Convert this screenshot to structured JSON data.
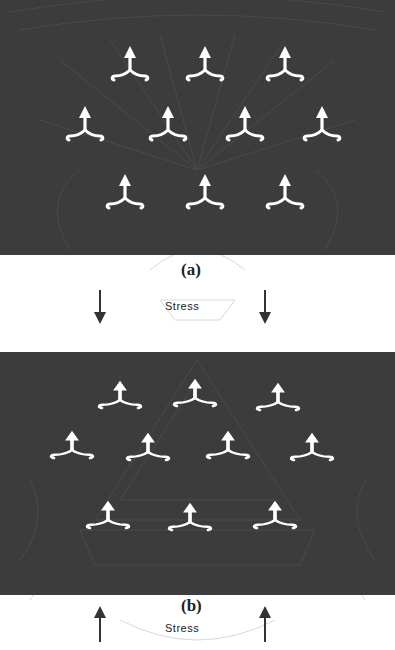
{
  "diagram": {
    "labels": [
      "(a)",
      "Stress",
      "Stress",
      "(b)"
    ]
  }
}
